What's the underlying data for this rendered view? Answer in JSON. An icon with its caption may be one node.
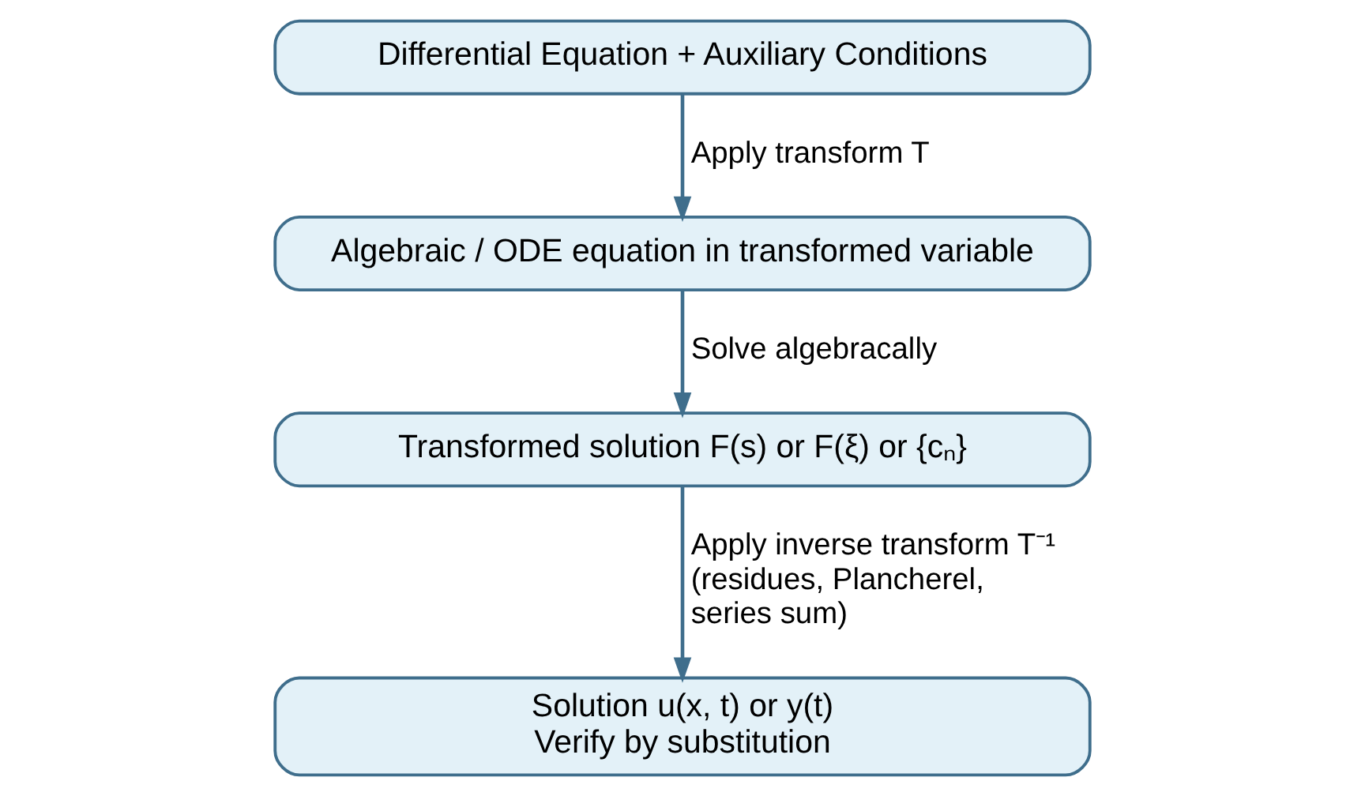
{
  "diagram": {
    "nodes": [
      {
        "text": [
          "Differential Equation + Auxiliary Conditions"
        ]
      },
      {
        "text": [
          "Algebraic / ODE equation in transformed variable"
        ]
      },
      {
        "text": [
          "Transformed solution F(s) or F(ξ) or {cₙ}"
        ]
      },
      {
        "text": [
          "Solution u(x, t) or y(t)",
          "Verify by substitution"
        ]
      }
    ],
    "edges": [
      {
        "from": 0,
        "to": 1,
        "arrow": "to",
        "label": "Apply transform T"
      },
      {
        "from": 1,
        "to": 2,
        "arrow": "to",
        "label": "Solve algebracally"
      },
      {
        "from": 2,
        "to": 3,
        "arrow": "to",
        "label": "Apply inverse transform T⁻¹ (residues, Plancherel, series sum)"
      }
    ]
  }
}
